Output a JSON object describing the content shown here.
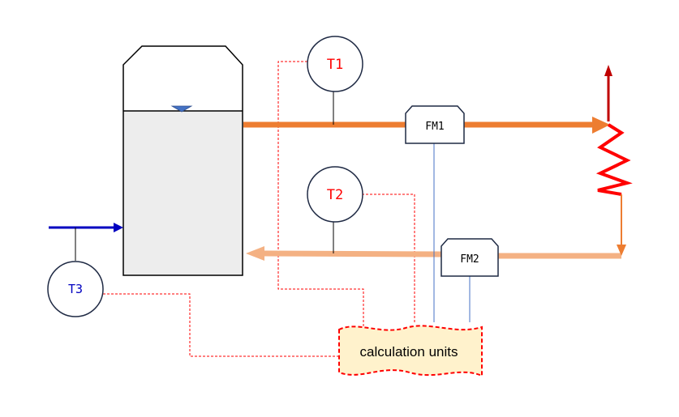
{
  "sensors": {
    "t1": "T1",
    "t2": "T2",
    "t3": "T3",
    "fm1": "FM1",
    "fm2": "FM2"
  },
  "calc_label": "calculation units",
  "colors": {
    "hot_pipe": "#ed7d31",
    "return_pipe": "#f4b183",
    "heater": "#ff0000",
    "outlet_arrow": "#c00000",
    "inlet_arrow": "#0000c0",
    "signal_line": "#ff0000",
    "flow_signal": "#4472c4",
    "tank_fill": "#ededed",
    "calc_fill": "#fff2cc",
    "temp_label_red": "#ff0000",
    "temp_label_blue": "#0000c0"
  }
}
